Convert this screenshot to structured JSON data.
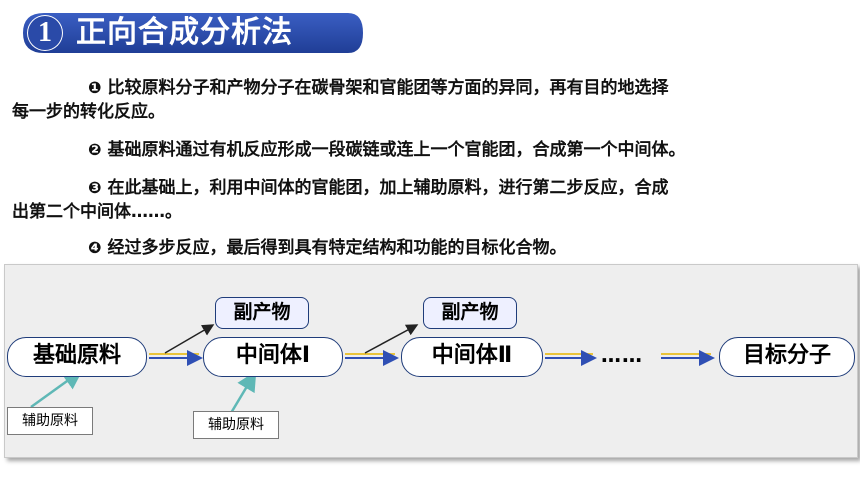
{
  "title": {
    "number": "1",
    "text": "正向合成分析法"
  },
  "paragraphs": [
    {
      "marker": "❶",
      "text": "比较原料分子和产物分子在碳骨架和官能团等方面的异同，再有目的地选择",
      "cont": "每一步的转化反应。"
    },
    {
      "marker": "❷",
      "text": "基础原料通过有机反应形成一段碳链或连上一个官能团，合成第一个中间体。"
    },
    {
      "marker": "❸",
      "text": "在此基础上，利用中间体的官能团，加上辅助原料，进行第二步反应，合成",
      "cont": "出第二个中间体……。"
    },
    {
      "marker": "❹",
      "text": "经过多步反应，最后得到具有特定结构和功能的目标化合物。"
    }
  ],
  "diagram": {
    "nodes": [
      "基础原料",
      "中间体Ⅰ",
      "中间体Ⅱ",
      "目标分子"
    ],
    "byproducts": [
      "副产物",
      "副产物"
    ],
    "auxiliary": [
      "辅助原料",
      "辅助原料"
    ],
    "ellipsis": "……"
  },
  "colors": {
    "banner_blue": "#2a4aa8",
    "node_border": "#1f3c7a",
    "arrow_yellow": "#e9c33a",
    "arrow_blue": "#2f4fb4",
    "aux_arrow": "#5fb8b6"
  }
}
